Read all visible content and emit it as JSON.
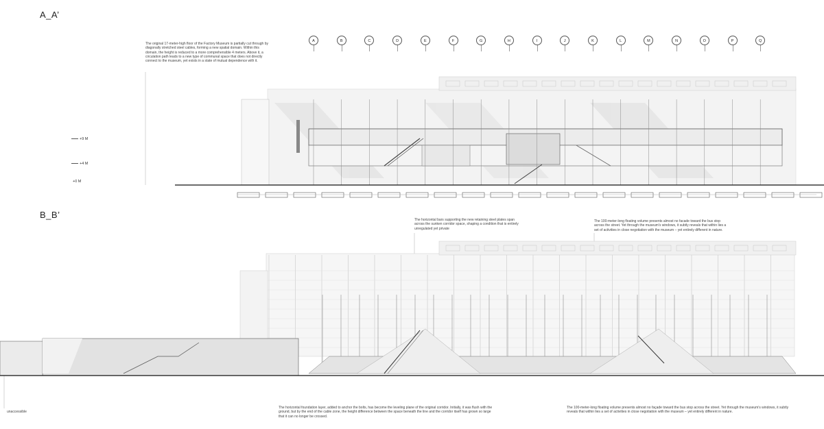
{
  "sections": {
    "aa": {
      "title": "A_A’"
    },
    "bb": {
      "title": "B_B’"
    }
  },
  "grid_labels": [
    "A",
    "B",
    "C",
    "D",
    "E",
    "F",
    "G",
    "H",
    "I",
    "J",
    "K",
    "L",
    "M",
    "N",
    "O",
    "P",
    "Q"
  ],
  "levels": [
    {
      "label": "+9 M"
    },
    {
      "label": "+4 M"
    },
    {
      "label": "+0 M"
    }
  ],
  "notes": {
    "aa_museum": "The original 17-meter-high floor of the Factory Museum is partially cut through by diagonally stretched steel cables, forming a new spatial domain. Within this domain, the height is reduced to a more comprehensible 4 meters. Above it, a circulation path leads to a new type of communal space that does not directly connect to the museum, yet exists in a state of mutual dependence with it.",
    "bb_bars": "The horizontal bars supporting the new retaining steel plates span across the sunken corridor space, shaping a condition that is entirely unregulated yet private",
    "bb_volume_top": "The 100-meter-long floating volume presents almost no facade toward the bus stop across the street. Yet through the museum's windows, it subtly reveals that within lies a set of activities in close negotiation with the museum – yet entirely different in nature.",
    "bb_foundation": "The horizontal foundation layer, added to anchor the bolts, has become the leveling plane of the original corridor. Initially, it was flush with the ground, but by the end of the cable zone, the height difference between the space beneath the line and the corridor itself has grown so large that it can no longer be crossed.",
    "bb_volume_bottom": "The 100-meter-long floating volume presents almost no façade toward the bus stop across the street. Yet through the museum's windows, it subtly reveals that within lies a set of activities in close negotiation with the museum – yet entirely different in nature.",
    "unaccessible": "unaccessible"
  }
}
